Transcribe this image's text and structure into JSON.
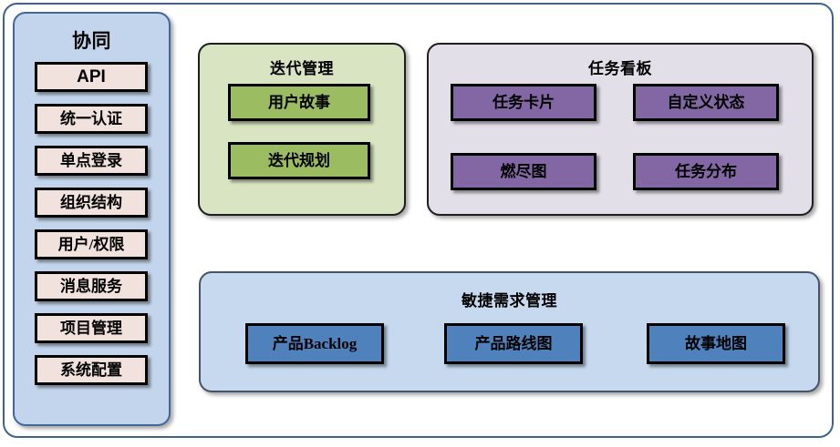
{
  "diagram": {
    "title_hidden": "",
    "frame": {
      "border_color": "#3d6293"
    }
  },
  "sidebar": {
    "title": "协同",
    "background": "#c3d5ec",
    "border_color": "#41679b",
    "item_color": "#f2e2de",
    "items": [
      {
        "label": "API"
      },
      {
        "label": "统一认证"
      },
      {
        "label": "单点登录"
      },
      {
        "label": "组织结构"
      },
      {
        "label": "用户/权限"
      },
      {
        "label": "消息服务"
      },
      {
        "label": "项目管理"
      },
      {
        "label": "系统配置"
      }
    ]
  },
  "iteration_panel": {
    "title": "迭代管理",
    "background": "#d9e4c2",
    "item_color": "#9cbc62",
    "items": [
      {
        "label": "用户故事"
      },
      {
        "label": "迭代规划"
      }
    ]
  },
  "taskboard_panel": {
    "title": "任务看板",
    "background": "#e3dfe8",
    "item_color": "#8367a4",
    "items": [
      {
        "label": "任务卡片"
      },
      {
        "label": "自定义状态"
      },
      {
        "label": "燃尽图"
      },
      {
        "label": "任务分布"
      }
    ]
  },
  "agile_panel": {
    "title": "敏捷需求管理",
    "background": "#c6d9ef",
    "border_color": "#44546a",
    "item_color": "#4f81bd",
    "items": [
      {
        "label": "产品Backlog"
      },
      {
        "label": "产品路线图"
      },
      {
        "label": "故事地图"
      }
    ]
  }
}
